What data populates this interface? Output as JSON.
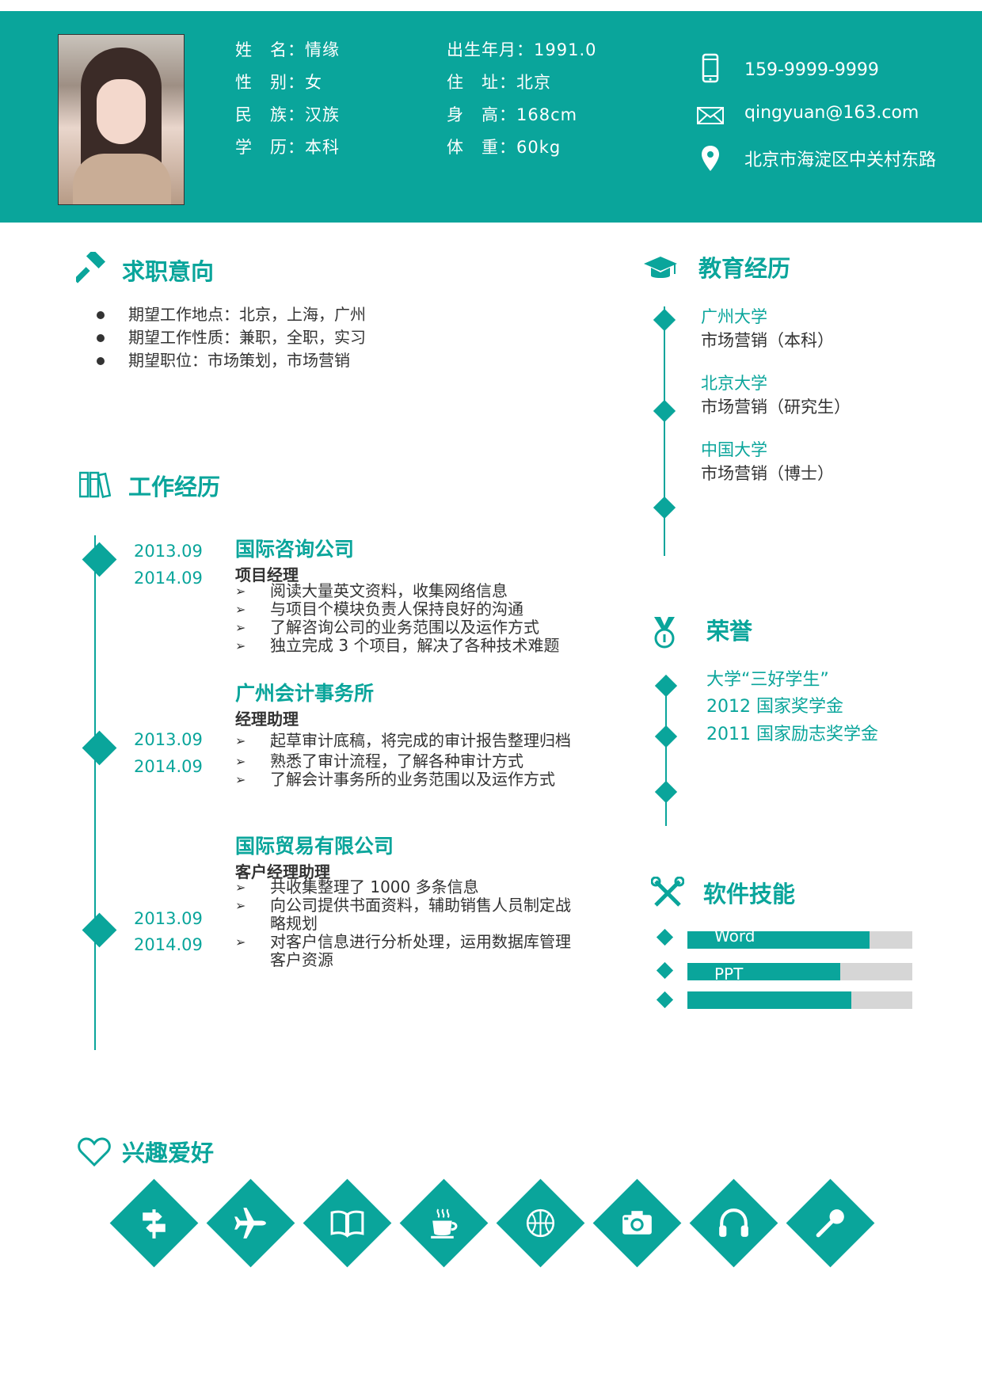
{
  "colors": {
    "accent": "#0aa59b",
    "text": "#333333"
  },
  "personal": {
    "left": [
      "姓　名：情缘",
      "性　别：女",
      "民　族：汉族",
      "学　历：本科"
    ],
    "right": [
      "出生年月：1991.0",
      "住　址：北京",
      "身　高：168cm",
      "体　重：60kg"
    ]
  },
  "contact": {
    "phone": "159-9999-9999",
    "email": "qingyuan@163.com",
    "address": "北京市海淀区中关村东路"
  },
  "objective": {
    "title": "求职意向",
    "items": [
      "期望工作地点：北京，上海，广州",
      "期望工作性质：兼职，全职，实习",
      "期望职位：市场策划，市场营销"
    ]
  },
  "work": {
    "title": "工作经历",
    "jobs": [
      {
        "start": "2013.09",
        "end": "2014.09",
        "company": "国际咨询公司",
        "role": "项目经理",
        "tasks": [
          "阅读大量英文资料，收集网络信息",
          "与项目个模块负责人保持良好的沟通",
          "了解咨询公司的业务范围以及运作方式",
          "独立完成 3 个项目，解决了各种技术难题"
        ]
      },
      {
        "start": "2013.09",
        "end": "2014.09",
        "company": "广州会计事务所",
        "role": "经理助理",
        "tasks": [
          "起草审计底稿，将完成的审计报告整理归档",
          "熟悉了审计流程，了解各种审计方式",
          "了解会计事务所的业务范围以及运作方式"
        ]
      },
      {
        "start": "2013.09",
        "end": "2014.09",
        "company": "国际贸易有限公司",
        "role": "客户经理助理",
        "tasks": [
          "共收集整理了 1000 多条信息",
          "向公司提供书面资料，辅助销售人员制定战略规划",
          "对客户信息进行分析处理，运用数据库管理客户资源"
        ]
      }
    ]
  },
  "education": {
    "title": "教育经历",
    "items": [
      {
        "school": "广州大学",
        "major": "市场营销（本科）"
      },
      {
        "school": "北京大学",
        "major": "市场营销（研究生）"
      },
      {
        "school": "中国大学",
        "major": "市场营销（博士）"
      }
    ]
  },
  "honors": {
    "title": "荣誉",
    "items": [
      "大学“三好学生”",
      "2012 国家奖学金",
      "2011 国家励志奖学金"
    ]
  },
  "skills": {
    "title": "软件技能",
    "items": [
      {
        "label": "Word",
        "level": 0.81
      },
      {
        "label": "PPT",
        "level": 0.68
      },
      {
        "label": "",
        "level": 0.73
      }
    ]
  },
  "hobbies": {
    "title": "兴趣爱好",
    "icons": [
      "signpost-icon",
      "airplane-icon",
      "book-icon",
      "coffee-icon",
      "basketball-icon",
      "camera-icon",
      "headphones-icon",
      "microphone-icon"
    ]
  }
}
